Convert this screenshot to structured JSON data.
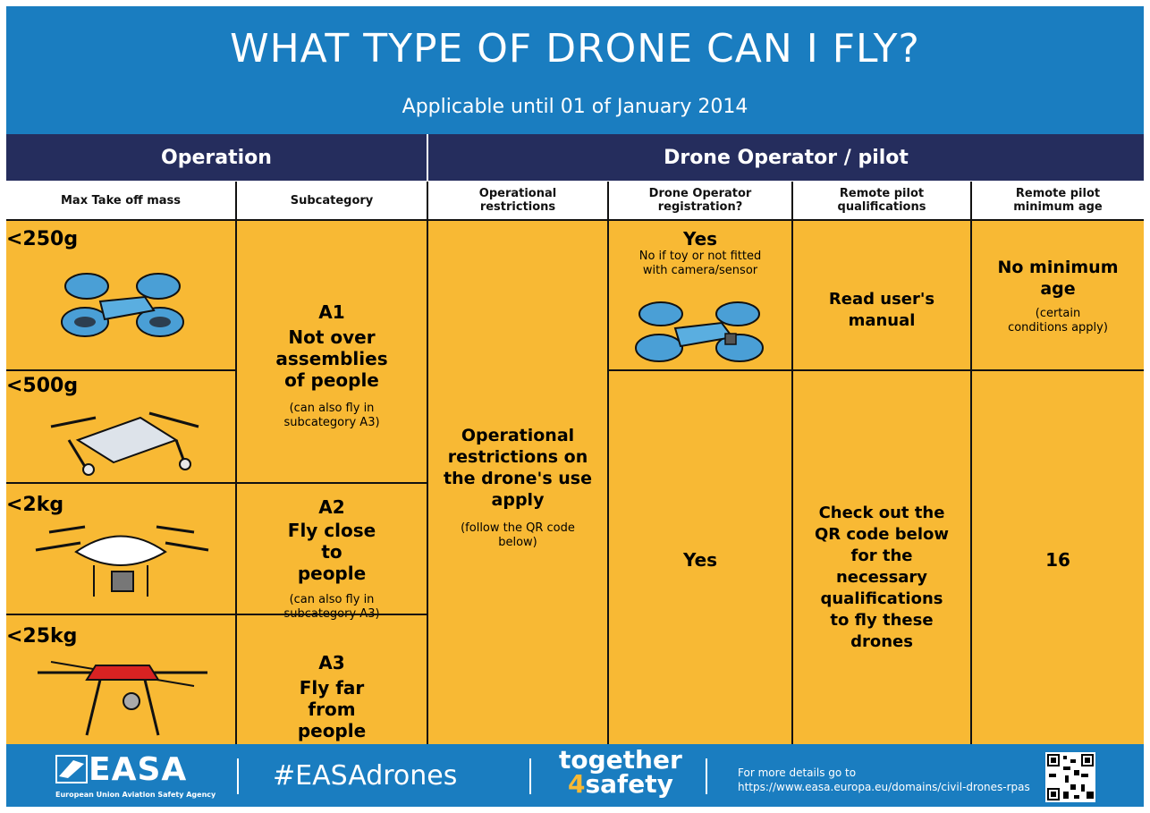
{
  "header": {
    "title": "WHAT TYPE OF DRONE CAN I FLY?",
    "subtitle": "Applicable until 01 of January 2014"
  },
  "bands": {
    "operation": "Operation",
    "operator": "Drone Operator / pilot"
  },
  "columns": {
    "mass": "Max Take off mass",
    "subcategory": "Subcategory",
    "restrictions": "Operational restrictions",
    "registration": "Drone Operator registration?",
    "qualifications": "Remote pilot qualifications",
    "age": "Remote pilot minimum age"
  },
  "mass": [
    "<250g",
    "<500g",
    "<2kg",
    "<25kg"
  ],
  "subcategories": {
    "a1": {
      "code": "A1",
      "title": "Not over assemblies of people",
      "note": "(can also fly in subcategory A3)"
    },
    "a2": {
      "code": "A2",
      "title": "Fly close to people",
      "note": "(can also fly in subcategory A3)"
    },
    "a3": {
      "code": "A3",
      "title": "Fly far from people"
    }
  },
  "restrictions": {
    "main": "Operational restrictions on the drone's use apply",
    "note": "(follow the QR code below)"
  },
  "registration": {
    "first_title": "Yes",
    "first_note": "No if toy or not fitted with camera/sensor",
    "second": "Yes"
  },
  "qualifications": {
    "first": "Read user's manual",
    "second": "Check out the QR code below for the necessary qualifications to fly these drones"
  },
  "age": {
    "first_title": "No minimum age",
    "first_note": "(certain conditions apply)",
    "second": "16"
  },
  "footer": {
    "logo": "EASA",
    "agency": "European Union Aviation Safety Agency",
    "hashtag": "#EASAdrones",
    "together_line1": "together",
    "together_line2": "4safety",
    "details_line1": "For more details go to",
    "details_line2": "https://www.easa.europa.eu/domains/civil-drones-rpas"
  },
  "colors": {
    "blue": "#1a7dc0",
    "navy": "#252d5d",
    "yellow": "#f8b934",
    "drone_blue": "#4a9fd6",
    "drone_red": "#d82222"
  },
  "icons": [
    "small-drone-icon",
    "foldable-drone-icon",
    "quadcopter-drone-icon",
    "heavy-hexacopter-drone-icon",
    "easa-logo-icon",
    "qr-code-icon"
  ]
}
